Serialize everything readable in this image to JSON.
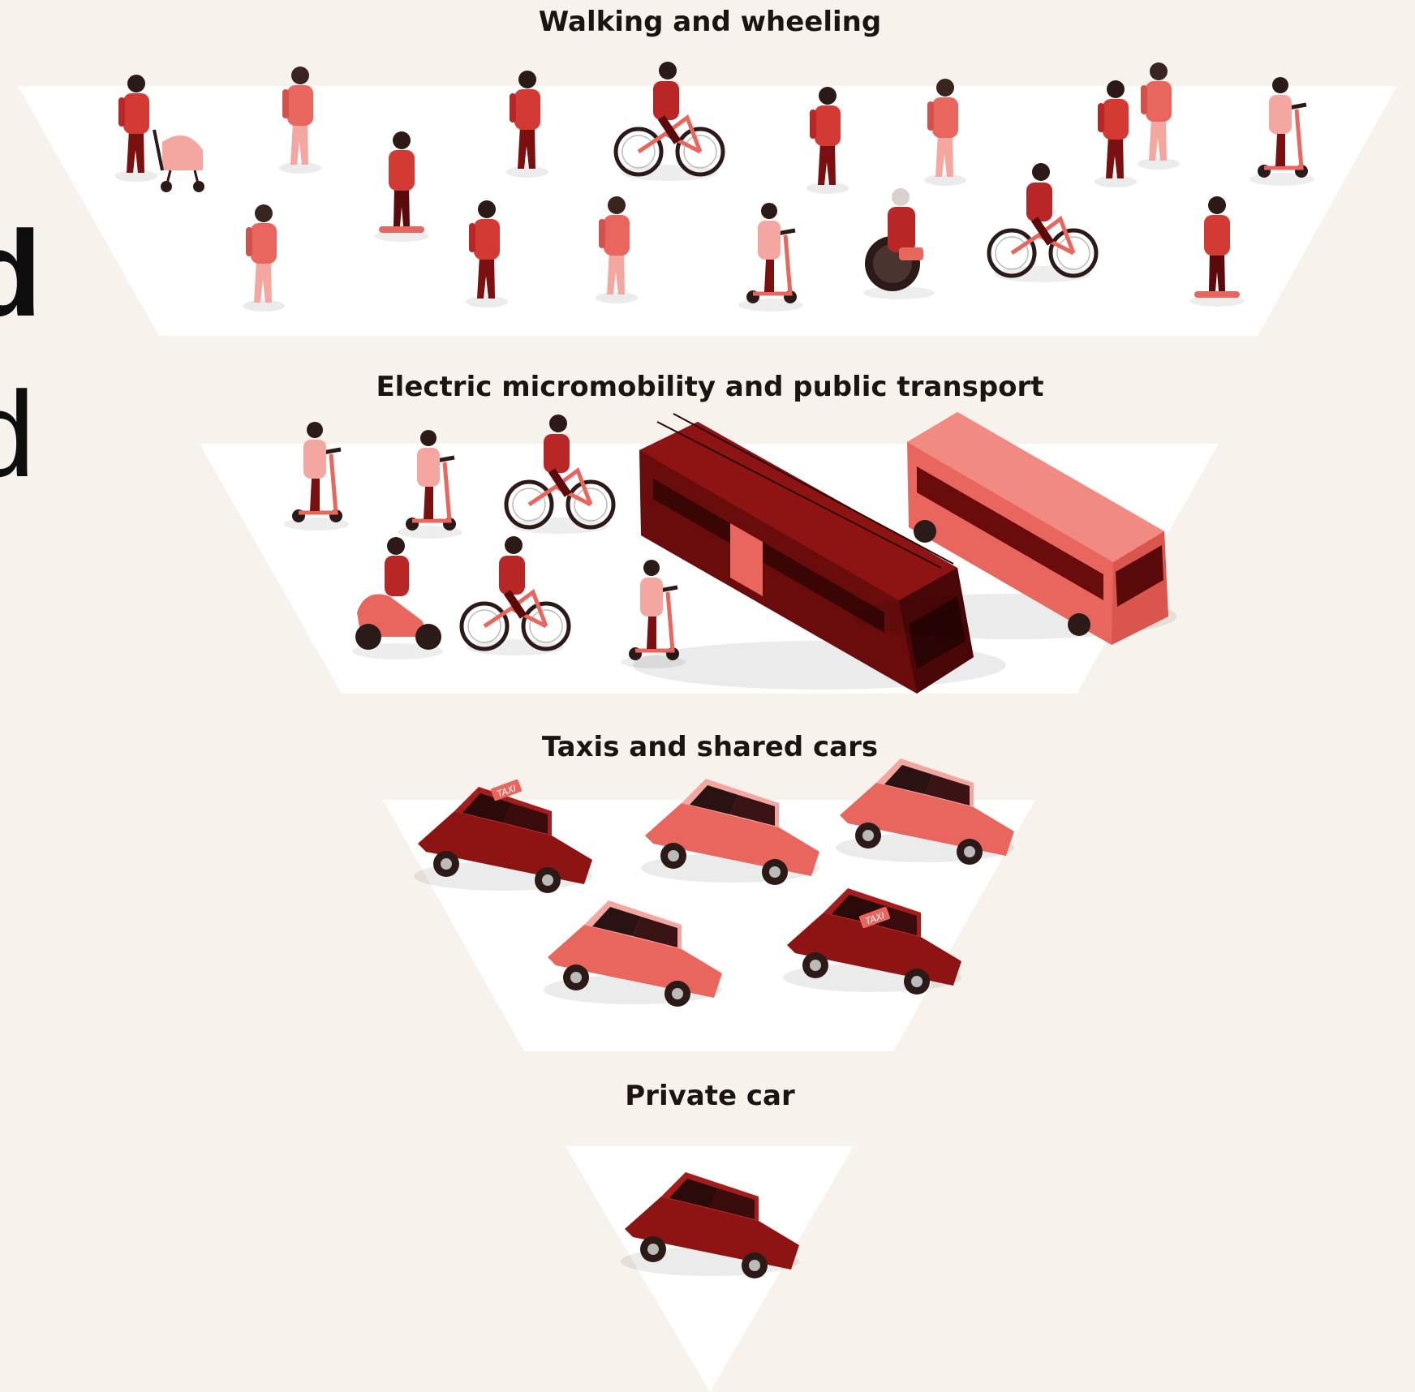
{
  "left_heading": {
    "line1": "d",
    "line2": "d"
  },
  "tiers": [
    {
      "label": "Walking and wheeling",
      "icons": [
        "pedestrian-icon",
        "stroller-icon",
        "bicycle-icon",
        "skateboard-icon",
        "kick-scooter-icon",
        "wheelchair-icon"
      ]
    },
    {
      "label": "Electric micromobility and public transport",
      "icons": [
        "e-scooter-icon",
        "e-bike-icon",
        "moped-icon",
        "tram-icon",
        "bus-icon"
      ]
    },
    {
      "label": "Taxis and shared cars",
      "icons": [
        "taxi-icon",
        "car-icon"
      ]
    },
    {
      "label": "Private car",
      "icons": [
        "car-icon"
      ]
    }
  ],
  "taxi_sign": "TAXI",
  "colors": {
    "background": "#f8f2ec",
    "tier_fill": "#ffffff",
    "coral": "#e8665e",
    "light_pink": "#f4a7a0",
    "dark_red": "#9e1a1a",
    "maroon": "#5a0a0a",
    "text": "#1b1412"
  }
}
